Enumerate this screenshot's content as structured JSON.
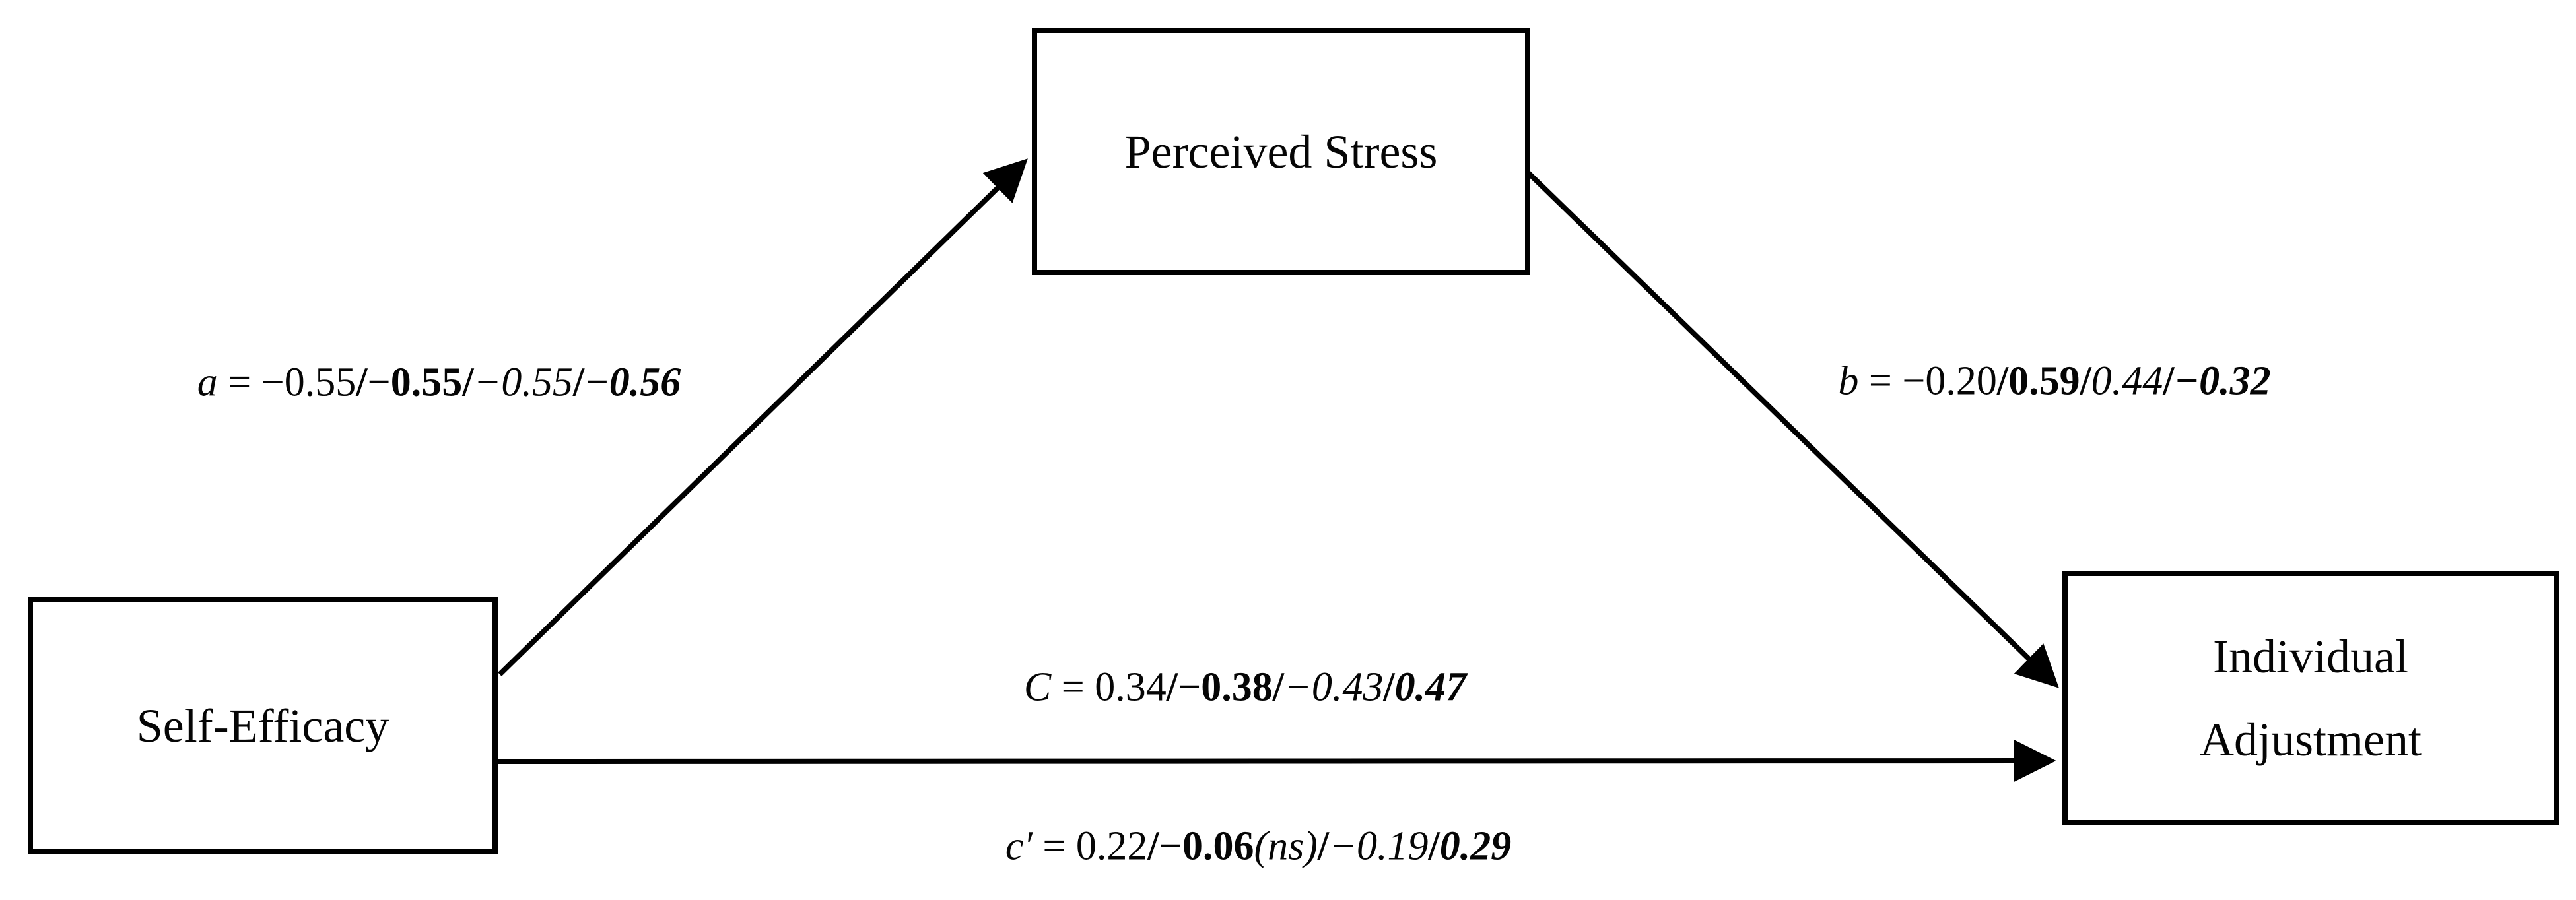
{
  "figure": {
    "background_color": "#ffffff",
    "ink_color": "#000000",
    "separator": "/",
    "nodes": {
      "perceived_stress": {
        "label": "Perceived Stress"
      },
      "self_efficacy": {
        "label": "Self-Efficacy"
      },
      "individual_adjustment": {
        "label_line1": "Individual",
        "label_line2": "Adjustment"
      }
    },
    "paths": {
      "a": {
        "letter": "a",
        "equals": " = ",
        "values": [
          "−0.55",
          "−0.55",
          "−0.55",
          "−0.56"
        ]
      },
      "b": {
        "letter": "b",
        "equals": " = ",
        "values": [
          "−0.20",
          "0.59",
          "0.44",
          "−0.32"
        ]
      },
      "c_total": {
        "letter": "C",
        "equals": " = ",
        "values": [
          "0.34",
          "−0.38",
          "−0.43",
          "0.47"
        ]
      },
      "c_direct": {
        "letter": "c′",
        "equals": " = ",
        "values": [
          "0.22",
          "−0.06",
          "−0.19",
          "0.29"
        ],
        "ns_note": "(ns)"
      }
    }
  }
}
